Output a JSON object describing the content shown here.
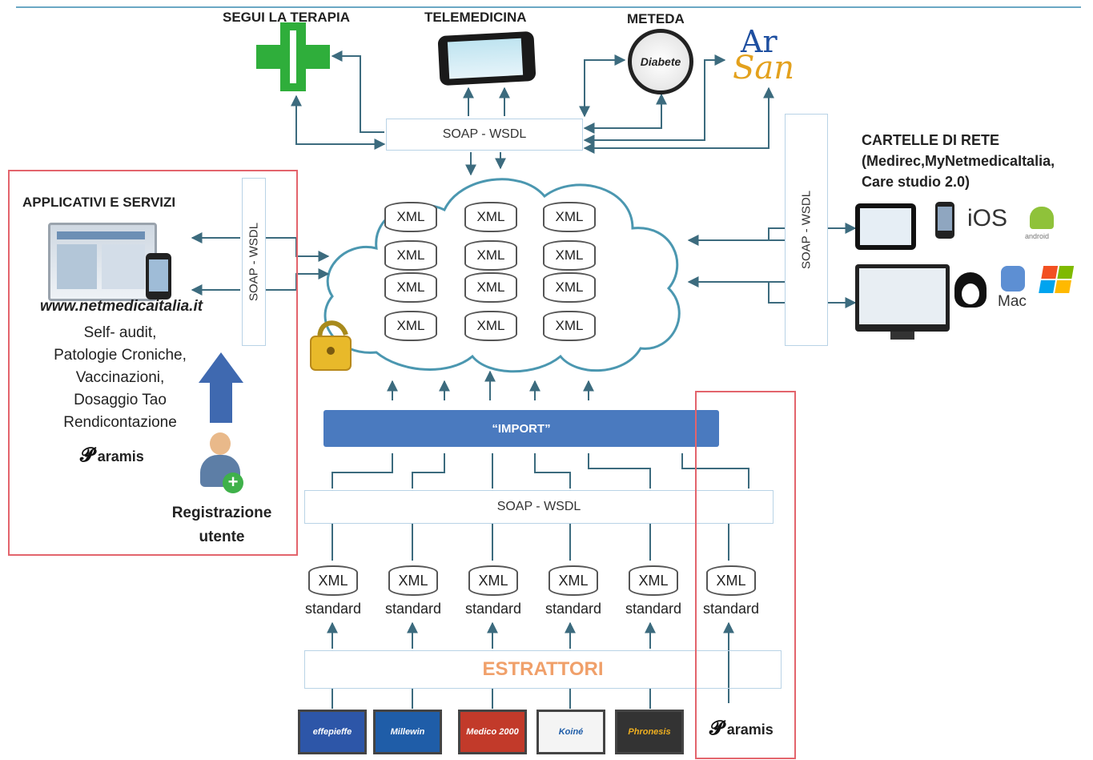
{
  "top": {
    "segui_title": "SEGUI LA TERAPIA",
    "telemedicina_title": "TELEMEDICINA",
    "meteda_title": "METEDA",
    "meteda_logo_text": "Diabete",
    "arsan_logo_line1": "Ar",
    "arsan_logo_line2": "San",
    "soap_label": "SOAP - WSDL"
  },
  "cloud": {
    "xml_label": "XML",
    "columns": 3,
    "stack": 4
  },
  "left_panel": {
    "title": "APPLICATIVI E SERVIZI",
    "soap_label": "SOAP - WSDL",
    "url": "www.netmedicaitalia.it",
    "services": [
      "Self- audit,",
      "Patologie Croniche,",
      "Vaccinazioni,",
      "Dosaggio Tao",
      "Rendicontazione"
    ],
    "brand": "aramis",
    "registration_line1": "Registrazione",
    "registration_line2": "utente"
  },
  "right_panel": {
    "title_line1": "CARTELLE DI RETE",
    "title_line2": "(Medirec,MyNetmedicaItalia,",
    "title_line3": "Care studio 2.0)",
    "soap_label": "SOAP - WSDL",
    "ios_label": "iOS",
    "android_label": "android",
    "mac_label": "Mac"
  },
  "bottom": {
    "import_label": "“IMPORT”",
    "soap_label": "SOAP - WSDL",
    "db_label": "XML",
    "db_sublabel": "standard",
    "db_count": 6,
    "estrattori_label": "ESTRATTORI",
    "source_labels": [
      "effepieffe",
      "Millewin",
      "Medico 2000",
      "Koiné",
      "Phronesis"
    ],
    "aramis_label": "aramis"
  },
  "colors": {
    "arrow": "#3c6b7e",
    "cloud_stroke": "#4b97b0",
    "import_bar": "#4a7abf",
    "red_frame": "#e3646c",
    "estrattori_text": "#f0a06a",
    "up_arrow": "#3f69b0"
  }
}
